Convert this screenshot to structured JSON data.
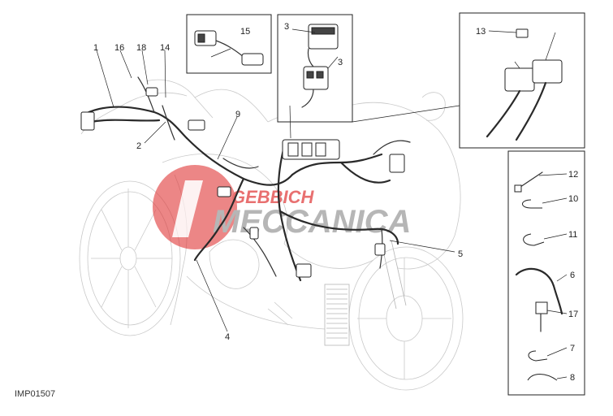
{
  "diagram": {
    "drawing_code": "IMP01507",
    "watermark": {
      "line1": "GEBBICH",
      "line2": "MECCANICA",
      "color": "#e03a3a",
      "color_secondary": "#9a9a9a"
    },
    "callouts": {
      "c1": "1",
      "c2": "2",
      "c3a": "3",
      "c3b": "3",
      "c4": "4",
      "c5": "5",
      "c6": "6",
      "c7": "7",
      "c8": "8",
      "c9": "9",
      "c10": "10",
      "c11": "11",
      "c12": "12",
      "c13": "13",
      "c14": "14",
      "c15": "15",
      "c16": "16",
      "c17": "17",
      "c18": "18"
    }
  }
}
